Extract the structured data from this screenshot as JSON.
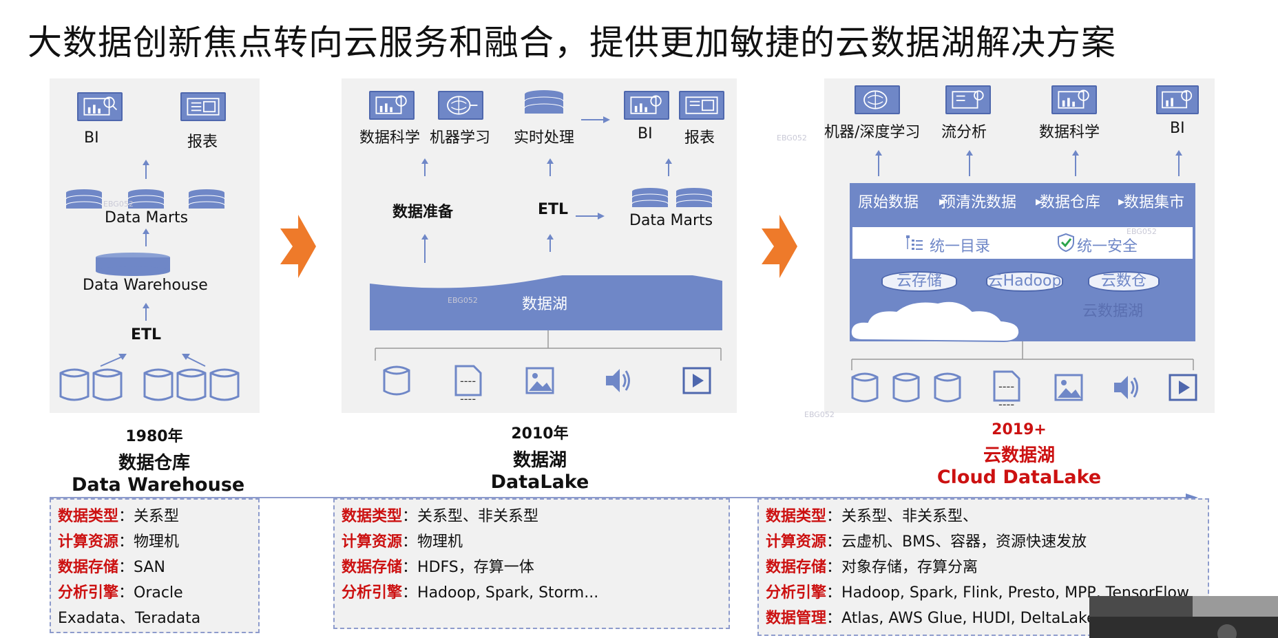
{
  "title": "大数据创新焦点转向云服务和融合，提供更加敏捷的云数据湖解决方案",
  "colors": {
    "accent_blue": "#6f87c7",
    "highlight_red": "#cc1111",
    "arrow_orange": "#ee7a2a",
    "panel_bg": "#f1f1f1"
  },
  "watermark": "EBG052",
  "panel1": {
    "bi": "BI",
    "report": "报表",
    "data_marts": "Data Marts",
    "data_warehouse": "Data Warehouse",
    "etl": "ETL"
  },
  "panel2": {
    "data_science": "数据科学",
    "machine_learning": "机器学习",
    "realtime": "实时处理",
    "bi": "BI",
    "report": "报表",
    "data_prep": "数据准备",
    "etl": "ETL",
    "data_marts": "Data Marts",
    "data_lake": "数据湖",
    "doc_dashes": "----"
  },
  "panel3": {
    "ml_dl": "机器/深度学习",
    "stream": "流分析",
    "data_science": "数据科学",
    "bi": "BI",
    "flow": [
      "原始数据",
      "预清洗数据",
      "数据仓库",
      "数据集市"
    ],
    "catalog": "统一目录",
    "security": "统一安全",
    "storage": [
      "云存储",
      "云Hadoop",
      "云数仓"
    ],
    "cloud_lake": "云数据湖",
    "doc_dashes": "----"
  },
  "eras": [
    {
      "year": "1980年",
      "name": "数据仓库",
      "en": "Data Warehouse"
    },
    {
      "year": "2010年",
      "name": "数据湖",
      "en": "DataLake"
    },
    {
      "year": "2019+",
      "name": "云数据湖",
      "en": "Cloud DataLake"
    }
  ],
  "info1": [
    {
      "key": "数据类型",
      "sep": "：",
      "val": "关系型"
    },
    {
      "key": "计算资源",
      "sep": "：",
      "val": "物理机"
    },
    {
      "key": "数据存储",
      "sep": "：",
      "val": "SAN"
    },
    {
      "key": "分析引擎",
      "sep": "：",
      "val": "Oracle"
    }
  ],
  "info1_extra": "Exadata、Teradata",
  "info2": [
    {
      "key": "数据类型",
      "sep": "：",
      "val": "关系型、非关系型"
    },
    {
      "key": "计算资源",
      "sep": "：",
      "val": "物理机"
    },
    {
      "key": "数据存储",
      "sep": "：",
      "val": "HDFS，存算一体"
    },
    {
      "key": "分析引擎",
      "sep": "：",
      "val": "Hadoop, Spark, Storm..."
    }
  ],
  "info3": [
    {
      "key": "数据类型",
      "sep": "：",
      "val": "关系型、非关系型、"
    },
    {
      "key": "计算资源",
      "sep": "：",
      "val": "云虚机、BMS、容器，资源快速发放"
    },
    {
      "key": "数据存储",
      "sep": "：",
      "val": "对象存储，存算分离"
    },
    {
      "key": "分析引擎",
      "sep": "：",
      "val": "Hadoop, Spark, Flink, Presto, MPP, TensorFlow"
    },
    {
      "key": "数据管理",
      "sep": "：",
      "val": "Atlas, AWS Glue, HUDI, DeltaLake"
    }
  ]
}
